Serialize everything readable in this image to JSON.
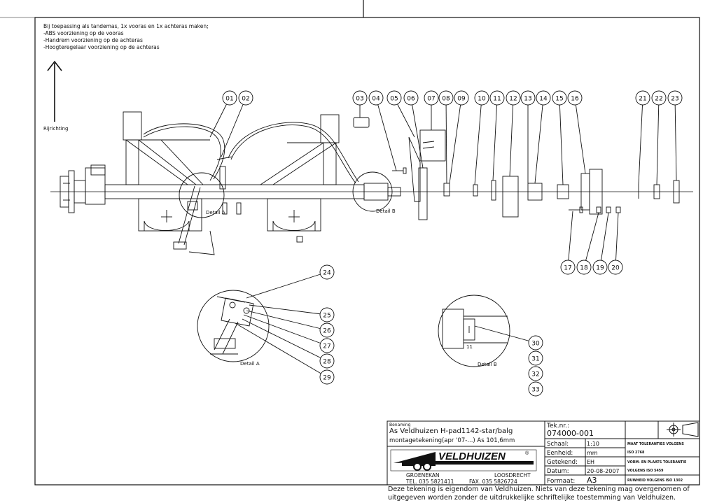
{
  "notes": {
    "line1": "Bij toepassing als tandemas, 1x vooras en 1x achteras maken;",
    "line2": "-ABS voorziening op de vooras",
    "line3": "-Handrem voorziening op de achteras",
    "line4": "-Hoogteregelaar voorziening op de achteras"
  },
  "direction_label": "Rijrichting",
  "balloons_main": [
    "01",
    "02",
    "03",
    "04",
    "05",
    "06",
    "07",
    "08",
    "09",
    "10",
    "11",
    "12",
    "13",
    "14",
    "15",
    "16",
    "21",
    "22",
    "23"
  ],
  "balloons_lower": [
    "17",
    "18",
    "19",
    "20"
  ],
  "balloons_detail_a": [
    "24",
    "25",
    "26",
    "27",
    "28",
    "29"
  ],
  "balloons_detail_b": [
    "30",
    "31",
    "32",
    "33"
  ],
  "detail_labels": {
    "a": "Detail A",
    "b": "Detail B",
    "b_number": "11"
  },
  "title_block": {
    "benaming_label": "Benaming",
    "title_line1": "As Veldhuizen H-pad1142-star/balg",
    "title_line2": "montagetekening(apr '07-...) As 101,6mm",
    "brand": "VELDHUIZEN",
    "brand_mark": "®",
    "city_left": "GROENEKAN",
    "city_right": "LOOSDRECHT",
    "phone": "TEL. 035 5821411",
    "fax": "FAX. 035 5826724",
    "teknr_label": "Tek.nr.:",
    "teknr": "074000-001",
    "schaal_label": "Schaal:",
    "schaal": "1:10",
    "eenheid_label": "Eenheid:",
    "eenheid": "mm",
    "getekend_label": "Getekend:",
    "getekend": "EH",
    "datum_label": "Datum:",
    "datum": "20-08-2007",
    "formaat_label": "Formaat:",
    "formaat": "A3",
    "tol1a": "MAAT TOLERANTIES VOLGENS",
    "tol1b": "ISO 2768",
    "tol2a": "VORM- EN PLAATS TOLERANTIE",
    "tol2b": "VOLGENS ISO 5459",
    "tol3": "RUWHEID VOLGENS ISO 1302"
  },
  "footer": {
    "line1": "Deze tekening is eigendom van Veldhuizen. Niets van deze tekening mag overgenomen of",
    "line2": "uitgegeven worden zonder de uitdrukkelijke schriftelijke toestemming van Veldhuizen."
  }
}
